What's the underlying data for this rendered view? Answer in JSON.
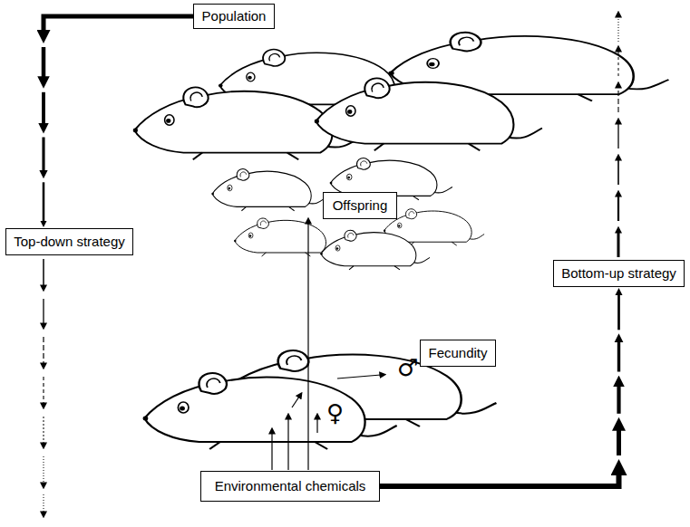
{
  "diagram": {
    "nodes": [
      {
        "text": [
          "Population"
        ]
      },
      {
        "text": [
          "Top-down strategy"
        ]
      },
      {
        "text": [
          "Offspring"
        ]
      },
      {
        "text": [
          "Fecundity"
        ]
      },
      {
        "text": [
          "Environmental chemicals"
        ]
      },
      {
        "text": [
          "Bottom-up strategy"
        ]
      }
    ],
    "edges": [
      {
        "from": 0,
        "to": 1,
        "arrow": "to"
      },
      {
        "from": 4,
        "to": 5,
        "arrow": "to"
      }
    ],
    "labels": [
      "♀",
      "♂"
    ]
  }
}
